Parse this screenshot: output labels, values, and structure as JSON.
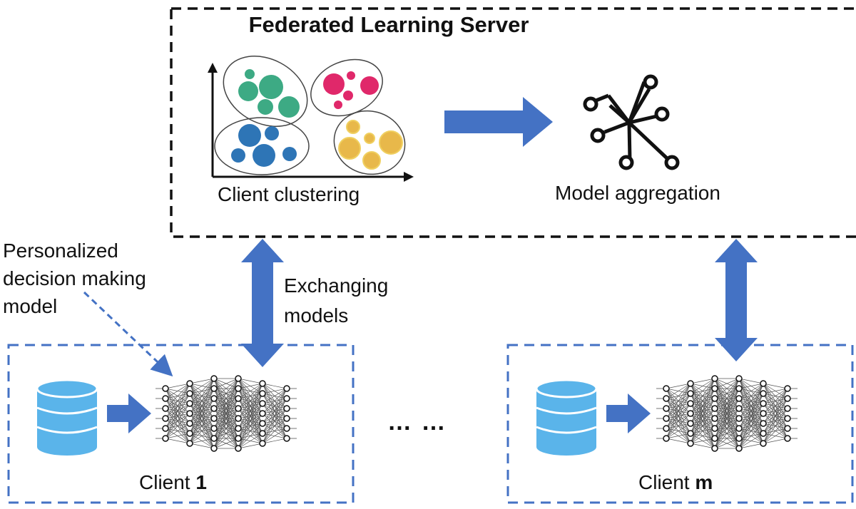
{
  "server": {
    "title": "Federated Learning Server",
    "clustering_label": "Client clustering",
    "aggregation_label": "Model aggregation"
  },
  "annotations": {
    "personalized_model": "Personalized decision making model",
    "exchanging_models": "Exchanging models",
    "ellipsis": "… …"
  },
  "clients": [
    {
      "label_prefix": "Client ",
      "label_id": "1"
    },
    {
      "label_prefix": "Client ",
      "label_id": "m"
    }
  ],
  "colors": {
    "arrow_blue": "#4472c4",
    "database_blue": "#5ab4ea",
    "cluster_green": "#3daa84",
    "cluster_pink": "#e0286a",
    "cluster_blue": "#2e75b6",
    "cluster_yellow": "#e8b84a",
    "client_border": "#4472c4",
    "server_border": "#111111"
  }
}
